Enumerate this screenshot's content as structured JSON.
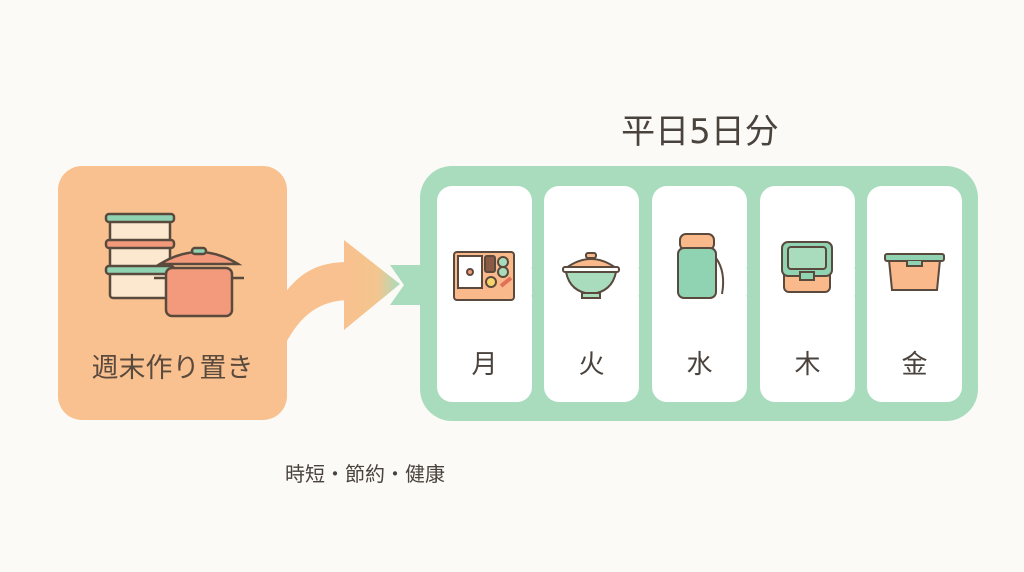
{
  "title": "平日5日分",
  "prep": {
    "label": "週末作り置き",
    "icon": "meal-prep-containers-and-pot-icon"
  },
  "days": [
    {
      "label": "月",
      "icon": "bento-box-icon"
    },
    {
      "label": "火",
      "icon": "rice-bowl-with-lid-icon"
    },
    {
      "label": "水",
      "icon": "thermos-jar-icon"
    },
    {
      "label": "木",
      "icon": "square-container-icon"
    },
    {
      "label": "金",
      "icon": "rectangular-container-icon"
    }
  ],
  "benefits": "時短・節約・健康",
  "colors": {
    "prep": "#f9c18f",
    "week": "#a9dcbd",
    "text": "#4a423c"
  }
}
